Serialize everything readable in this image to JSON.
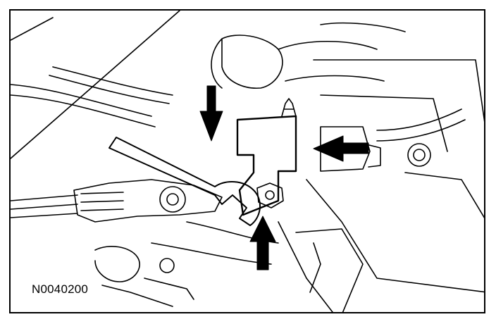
{
  "figure": {
    "id": "N0040200",
    "colors": {
      "line": "#000000",
      "background": "#ffffff"
    }
  },
  "callouts": [
    {
      "name": "arrow-down",
      "direction": "down"
    },
    {
      "name": "arrow-left",
      "direction": "left"
    },
    {
      "name": "arrow-up",
      "direction": "up"
    }
  ]
}
